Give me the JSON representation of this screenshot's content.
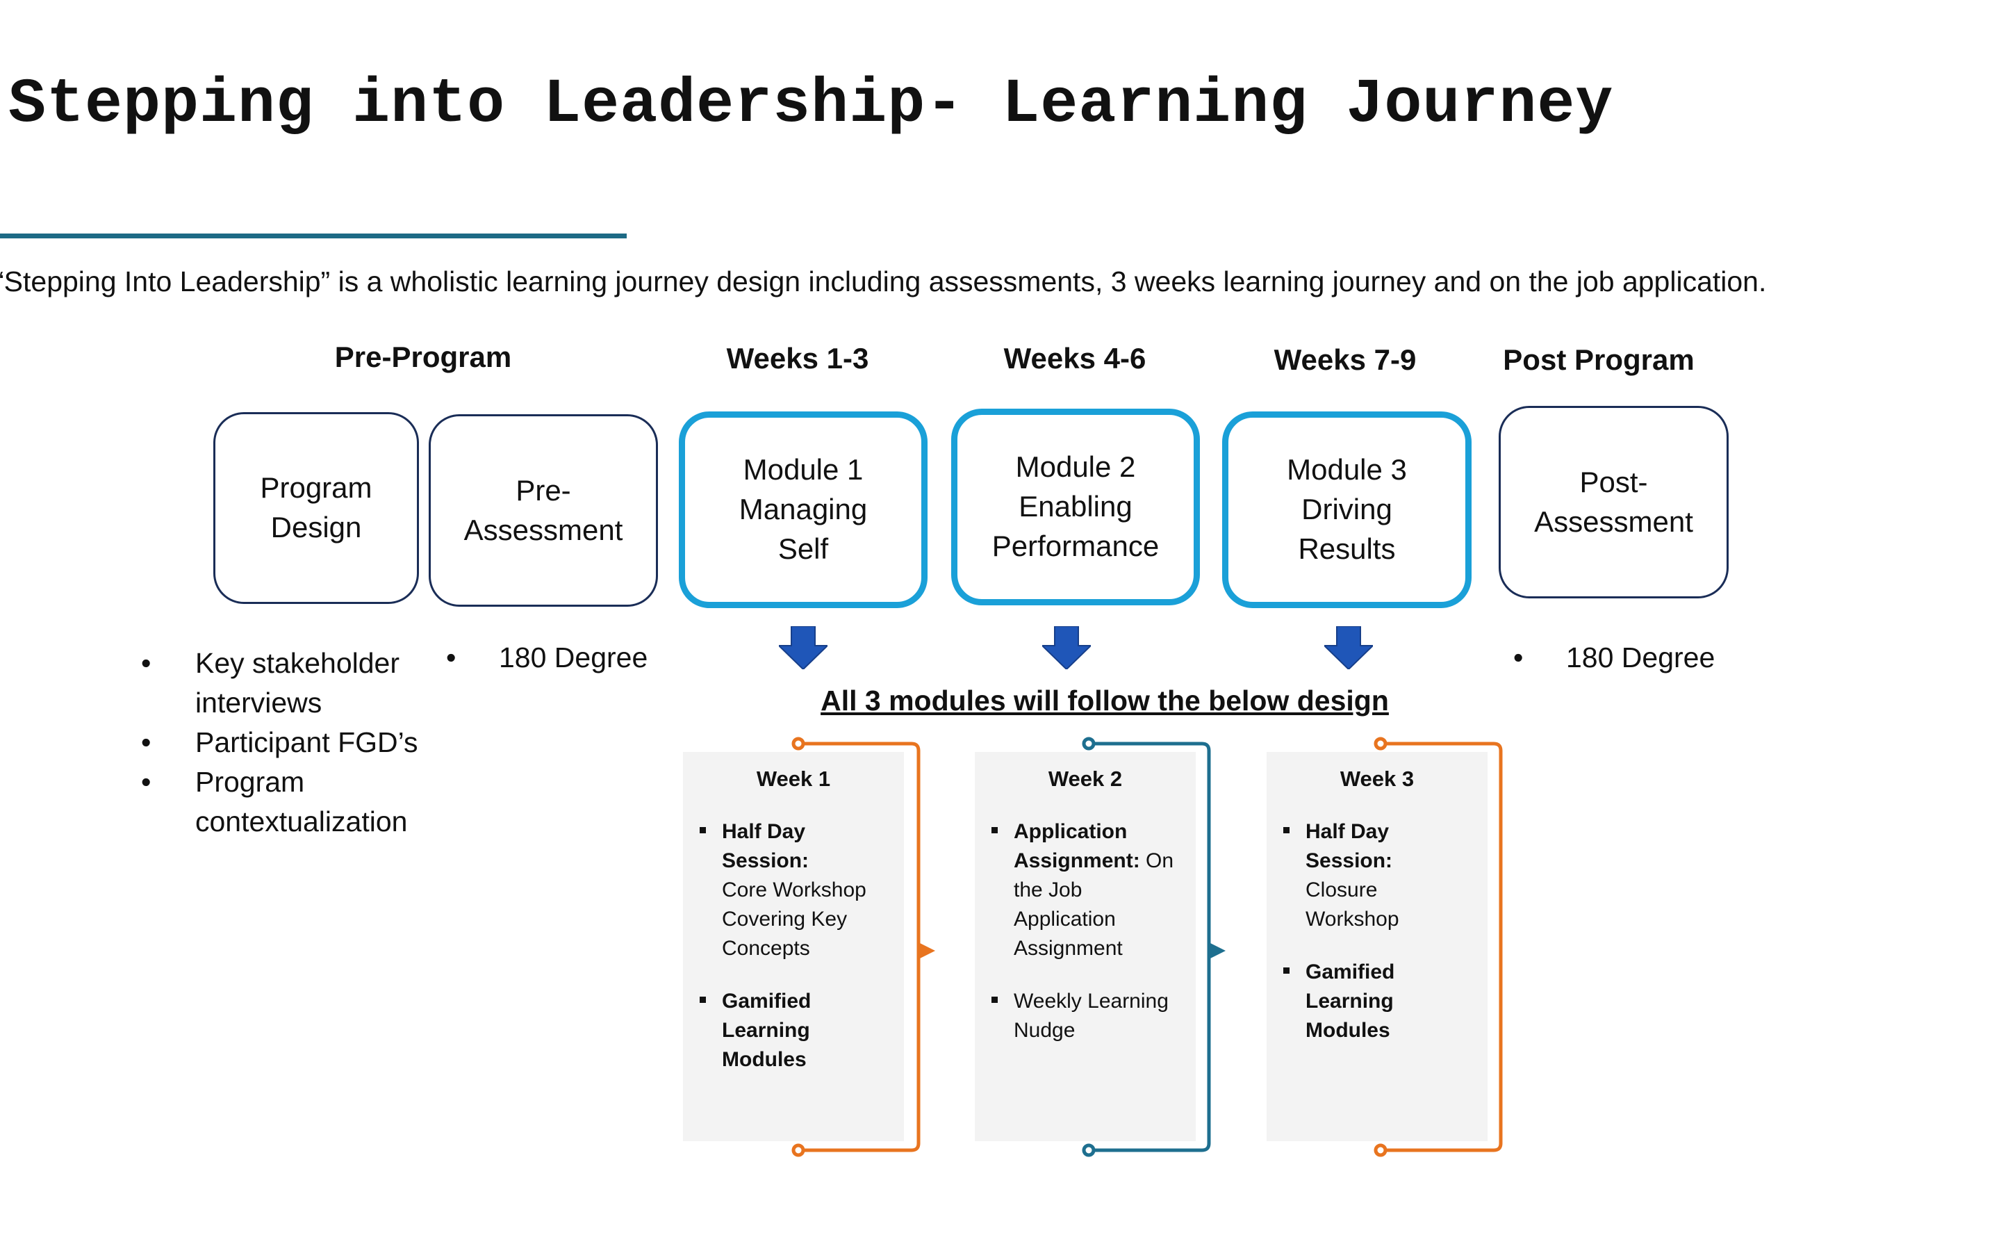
{
  "title": "Stepping into Leadership- Learning Journey",
  "intro": "“Stepping Into Leadership” is a wholistic learning journey design including assessments, 3 weeks learning journey and on the job application.",
  "phases": [
    "Pre-Program",
    "Weeks 1-3",
    "Weeks 4-6",
    "Weeks 7-9",
    "Post Program"
  ],
  "boxes": {
    "program_design": [
      "Program",
      "Design"
    ],
    "pre_assessment": [
      "Pre-",
      "Assessment"
    ],
    "module1": [
      "Module 1",
      "Managing",
      "Self"
    ],
    "module2": [
      "Module 2",
      "Enabling",
      "Performance"
    ],
    "module3": [
      "Module 3",
      "Driving",
      "Results"
    ],
    "post_assessment": [
      "Post-",
      "Assessment"
    ]
  },
  "pre_program_bullets": [
    "Key stakeholder interviews",
    "Participant FGD’s",
    "Program contextualization"
  ],
  "pre_assessment_bullet": "180 Degree",
  "post_assessment_bullet": "180 Degree",
  "design_heading": "All 3 modules will follow the below design",
  "weeks": {
    "week1": {
      "title": "Week 1",
      "item1_bold": "Half Day Session:",
      "item1_text": "Core Workshop Covering Key Concepts",
      "item2_bold": "Gamified Learning Modules"
    },
    "week2": {
      "title": "Week 2",
      "item1_bold": "Application Assignment:",
      "item1_text": "On the Job Application Assignment",
      "item2_text": "Weekly Learning Nudge"
    },
    "week3": {
      "title": "Week 3",
      "item1_bold": "Half Day Session:",
      "item1_text": "Closure Workshop",
      "item2_bold": "Gamified Learning Modules"
    }
  },
  "colors": {
    "accent_rule": "#1d6a85",
    "box_border": "#1a2d57",
    "module_border": "#1aa0d8",
    "arrow": "#1f56b8",
    "connector_orange": "#e8741f",
    "connector_teal": "#1e6f8f"
  },
  "icons": [
    "down-arrow-icon",
    "bullet-icon"
  ]
}
